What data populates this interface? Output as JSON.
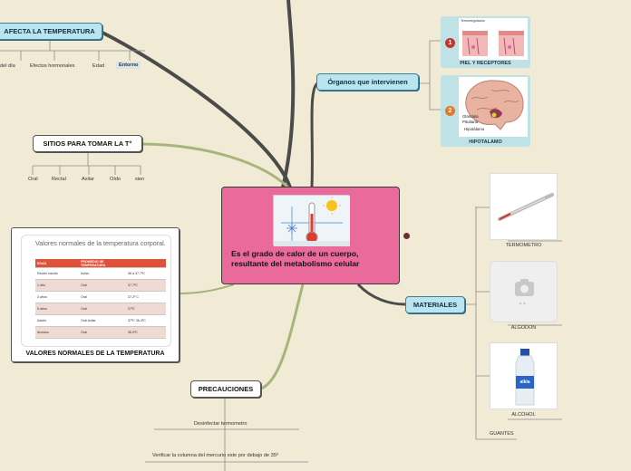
{
  "central": {
    "text": "Es el grado de calor de un cuerpo, resultante del metabolismo celular"
  },
  "afecta": {
    "title": "AFECTA LA TEMPERATURA",
    "items": [
      "del día",
      "Efectos hormonales",
      "Edad",
      "Entorno"
    ]
  },
  "sitios": {
    "title": "SITIOS PARA TOMAR LA T°",
    "items": [
      "Oral",
      "Rectal",
      "Axilar",
      "Oído",
      "sien"
    ]
  },
  "valores": {
    "title": "VALORES NORMALES DE LA TEMPERATURA",
    "table_title": "Valores normales de la temperatura corporal.",
    "headers": [
      "EDAD",
      "PROMEDIO DE TEMPERATURA",
      ""
    ],
    "rows": [
      [
        "Recién nacido",
        "Axilar",
        "36 a 37.7ºC"
      ],
      [
        "1 año",
        "Oral",
        "37.7ºC"
      ],
      [
        "3 años",
        "Oral",
        "37.2º C"
      ],
      [
        "5 años",
        "Oral",
        "37ºC"
      ],
      [
        "Adulto",
        "Oral Axilar",
        "37ºC 36.4ºC"
      ],
      [
        "Anciano",
        "Oral",
        "36.0ºC"
      ]
    ]
  },
  "precauciones": {
    "title": "PRECAUCIONES",
    "items": [
      "Desinfectar termometro",
      "Verificar la columna del mercurio este por debajo de 35º"
    ]
  },
  "organos": {
    "title": "Órganos que intervienen",
    "items": [
      {
        "number": "1",
        "caption": "PIEL Y RECEPTORES",
        "image_label": "Termorregulación"
      },
      {
        "number": "2",
        "caption": "HIPOTALAMO",
        "image_labels": [
          "Glandula",
          "Pituitaria",
          "Hipotálamo"
        ]
      }
    ]
  },
  "materiales": {
    "title": "MATERIALES",
    "items": [
      "TERMOMETRO",
      "ALGODON",
      "ALCOHOL",
      "GUANTES"
    ],
    "alcohol_brand": "alkla"
  },
  "colors": {
    "central": "#ea6a9c",
    "topic_blue": "#b9e4f0",
    "background": "#f1ebd6",
    "line_dark": "#4b4b4b",
    "line_green": "#a8b57a"
  }
}
